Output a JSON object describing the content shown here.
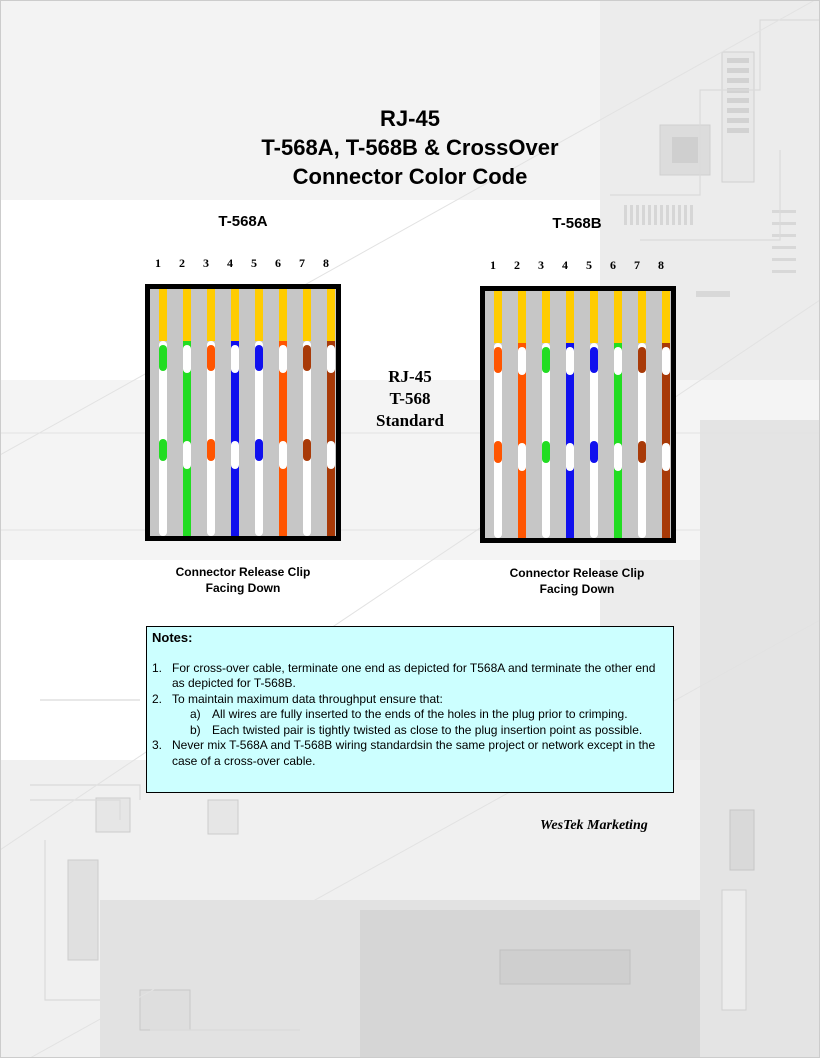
{
  "title": {
    "line1": "RJ-45",
    "line2": "T-568A, T-568B & CrossOver",
    "line3": "Connector Color Code"
  },
  "colors": {
    "green": "#22dd22",
    "orange": "#ff5500",
    "blue": "#1010ee",
    "brown": "#a83a08",
    "white": "#ffffff",
    "gold": "#ffcc00",
    "housing": "#c6c6c6",
    "notes_bg": "#ccffff"
  },
  "connectors": [
    {
      "label": "T-568A",
      "pins": [
        "1",
        "2",
        "3",
        "4",
        "5",
        "6",
        "7",
        "8"
      ],
      "wires": [
        {
          "pin": "1",
          "color": "green",
          "striped": true
        },
        {
          "pin": "2",
          "color": "green",
          "striped": false
        },
        {
          "pin": "3",
          "color": "orange",
          "striped": true
        },
        {
          "pin": "4",
          "color": "blue",
          "striped": false
        },
        {
          "pin": "5",
          "color": "blue",
          "striped": true
        },
        {
          "pin": "6",
          "color": "orange",
          "striped": false
        },
        {
          "pin": "7",
          "color": "brown",
          "striped": true
        },
        {
          "pin": "8",
          "color": "brown",
          "striped": false
        }
      ],
      "caption1": "Connector Release Clip",
      "caption2": "Facing Down"
    },
    {
      "label": "T-568B",
      "pins": [
        "1",
        "2",
        "3",
        "4",
        "5",
        "6",
        "7",
        "8"
      ],
      "wires": [
        {
          "pin": "1",
          "color": "orange",
          "striped": true
        },
        {
          "pin": "2",
          "color": "orange",
          "striped": false
        },
        {
          "pin": "3",
          "color": "green",
          "striped": true
        },
        {
          "pin": "4",
          "color": "blue",
          "striped": false
        },
        {
          "pin": "5",
          "color": "blue",
          "striped": true
        },
        {
          "pin": "6",
          "color": "green",
          "striped": false
        },
        {
          "pin": "7",
          "color": "brown",
          "striped": true
        },
        {
          "pin": "8",
          "color": "brown",
          "striped": false
        }
      ],
      "caption1": "Connector Release Clip",
      "caption2": "Facing Down"
    }
  ],
  "center_label": {
    "line1": "RJ-45",
    "line2": "T-568",
    "line3": "Standard"
  },
  "notes": {
    "heading": "Notes:",
    "items": [
      {
        "num": "1.",
        "text": "For cross-over cable, terminate one end as depicted for T568A and terminate the other end as depicted for T-568B."
      },
      {
        "num": "2.",
        "text": "To maintain maximum data throughput ensure that:"
      },
      {
        "num": "a)",
        "text": "All wires are fully inserted to the ends of the holes in the plug prior to crimping."
      },
      {
        "num": "b)",
        "text": "Each twisted pair is tightly twisted as close to the plug insertion point as possible."
      },
      {
        "num": "3.",
        "text": "Never mix T-568A and T-568B wiring standardsin the same project or network except in the case of a cross-over cable."
      }
    ]
  },
  "signature": "WesTek Marketing"
}
